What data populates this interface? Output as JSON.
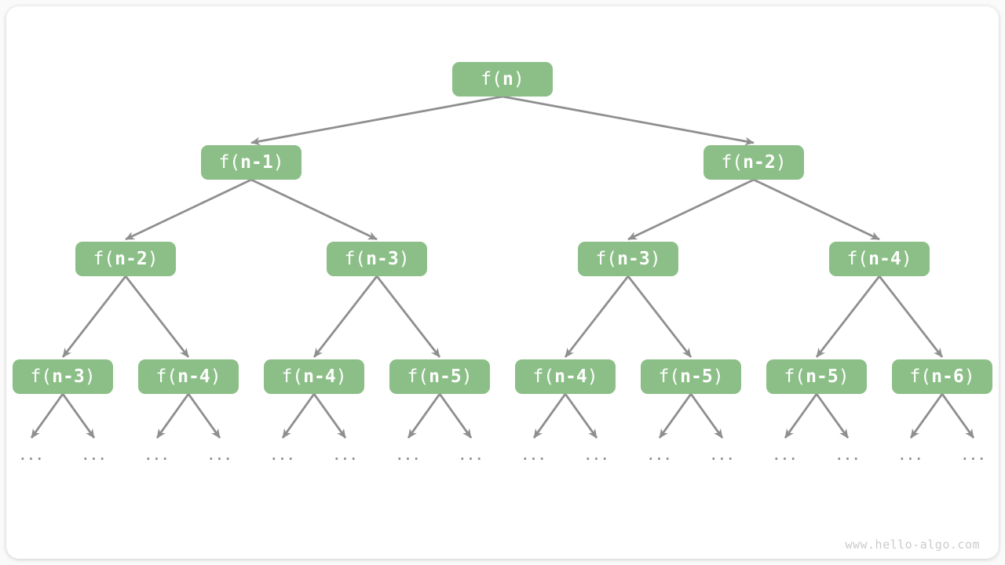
{
  "diagram": {
    "type": "recursion-tree",
    "tree": {
      "levels": [
        {
          "nodes": [
            "f(n)"
          ]
        },
        {
          "nodes": [
            "f(n-1)",
            "f(n-2)"
          ]
        },
        {
          "nodes": [
            "f(n-2)",
            "f(n-3)",
            "f(n-3)",
            "f(n-4)"
          ]
        },
        {
          "nodes": [
            "f(n-3)",
            "f(n-4)",
            "f(n-4)",
            "f(n-5)",
            "f(n-4)",
            "f(n-5)",
            "f(n-5)",
            "f(n-6)"
          ]
        },
        {
          "nodes": [
            "...",
            "...",
            "...",
            "...",
            "...",
            "...",
            "...",
            "...",
            "...",
            "...",
            "...",
            "...",
            "...",
            "...",
            "...",
            "..."
          ]
        }
      ]
    },
    "watermark": "www.hello-algo.com",
    "colors": {
      "node_fill": "#8CBF87",
      "node_text": "#FFFFFF",
      "arrow": "#8F8F8F",
      "ellipsis": "#8F8F8F",
      "watermark": "#CBCBCB",
      "canvas": "#FFFFFF"
    }
  }
}
